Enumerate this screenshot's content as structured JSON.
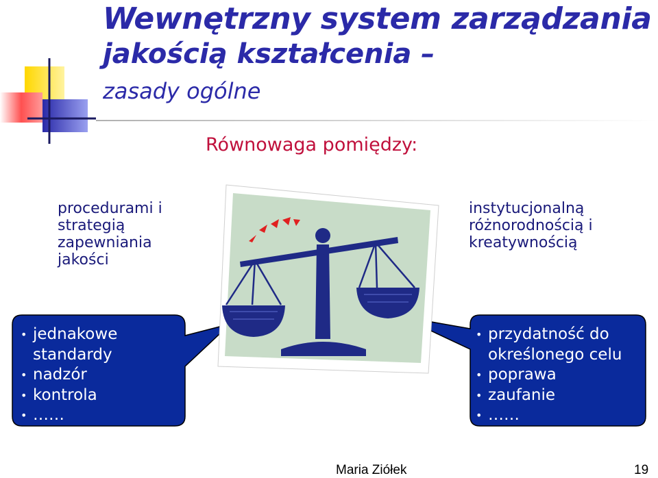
{
  "title": {
    "line1": "Wewnętrzny system zarządzania",
    "line2": "jakością kształcenia –",
    "subtitle": "zasady ogólne"
  },
  "heading": "Równowaga pomiędzy:",
  "left_side": "procedurami i\nstrategią\nzapewniania\njakości",
  "right_side": "instytucjonalną\nróżnorodnością i\nkreatywnością",
  "left_callout": {
    "items": [
      "jednakowe standardy",
      "nadzór",
      "kontrola",
      "……"
    ]
  },
  "right_callout": {
    "items": [
      "przydatność do określonego celu",
      "poprawa",
      "zaufanie",
      "……"
    ]
  },
  "footer": {
    "author": "Maria Ziółek",
    "page": "19"
  },
  "colors": {
    "title": "#2b2aa8",
    "heading": "#c0103c",
    "side_text": "#1a1a7a",
    "callout_fill": "#0a2a9c",
    "scale": "#1f2a86",
    "scale_bg": "#c8dcc8"
  },
  "icons": [
    "balance-scale-icon",
    "decorative-squares-icon"
  ]
}
